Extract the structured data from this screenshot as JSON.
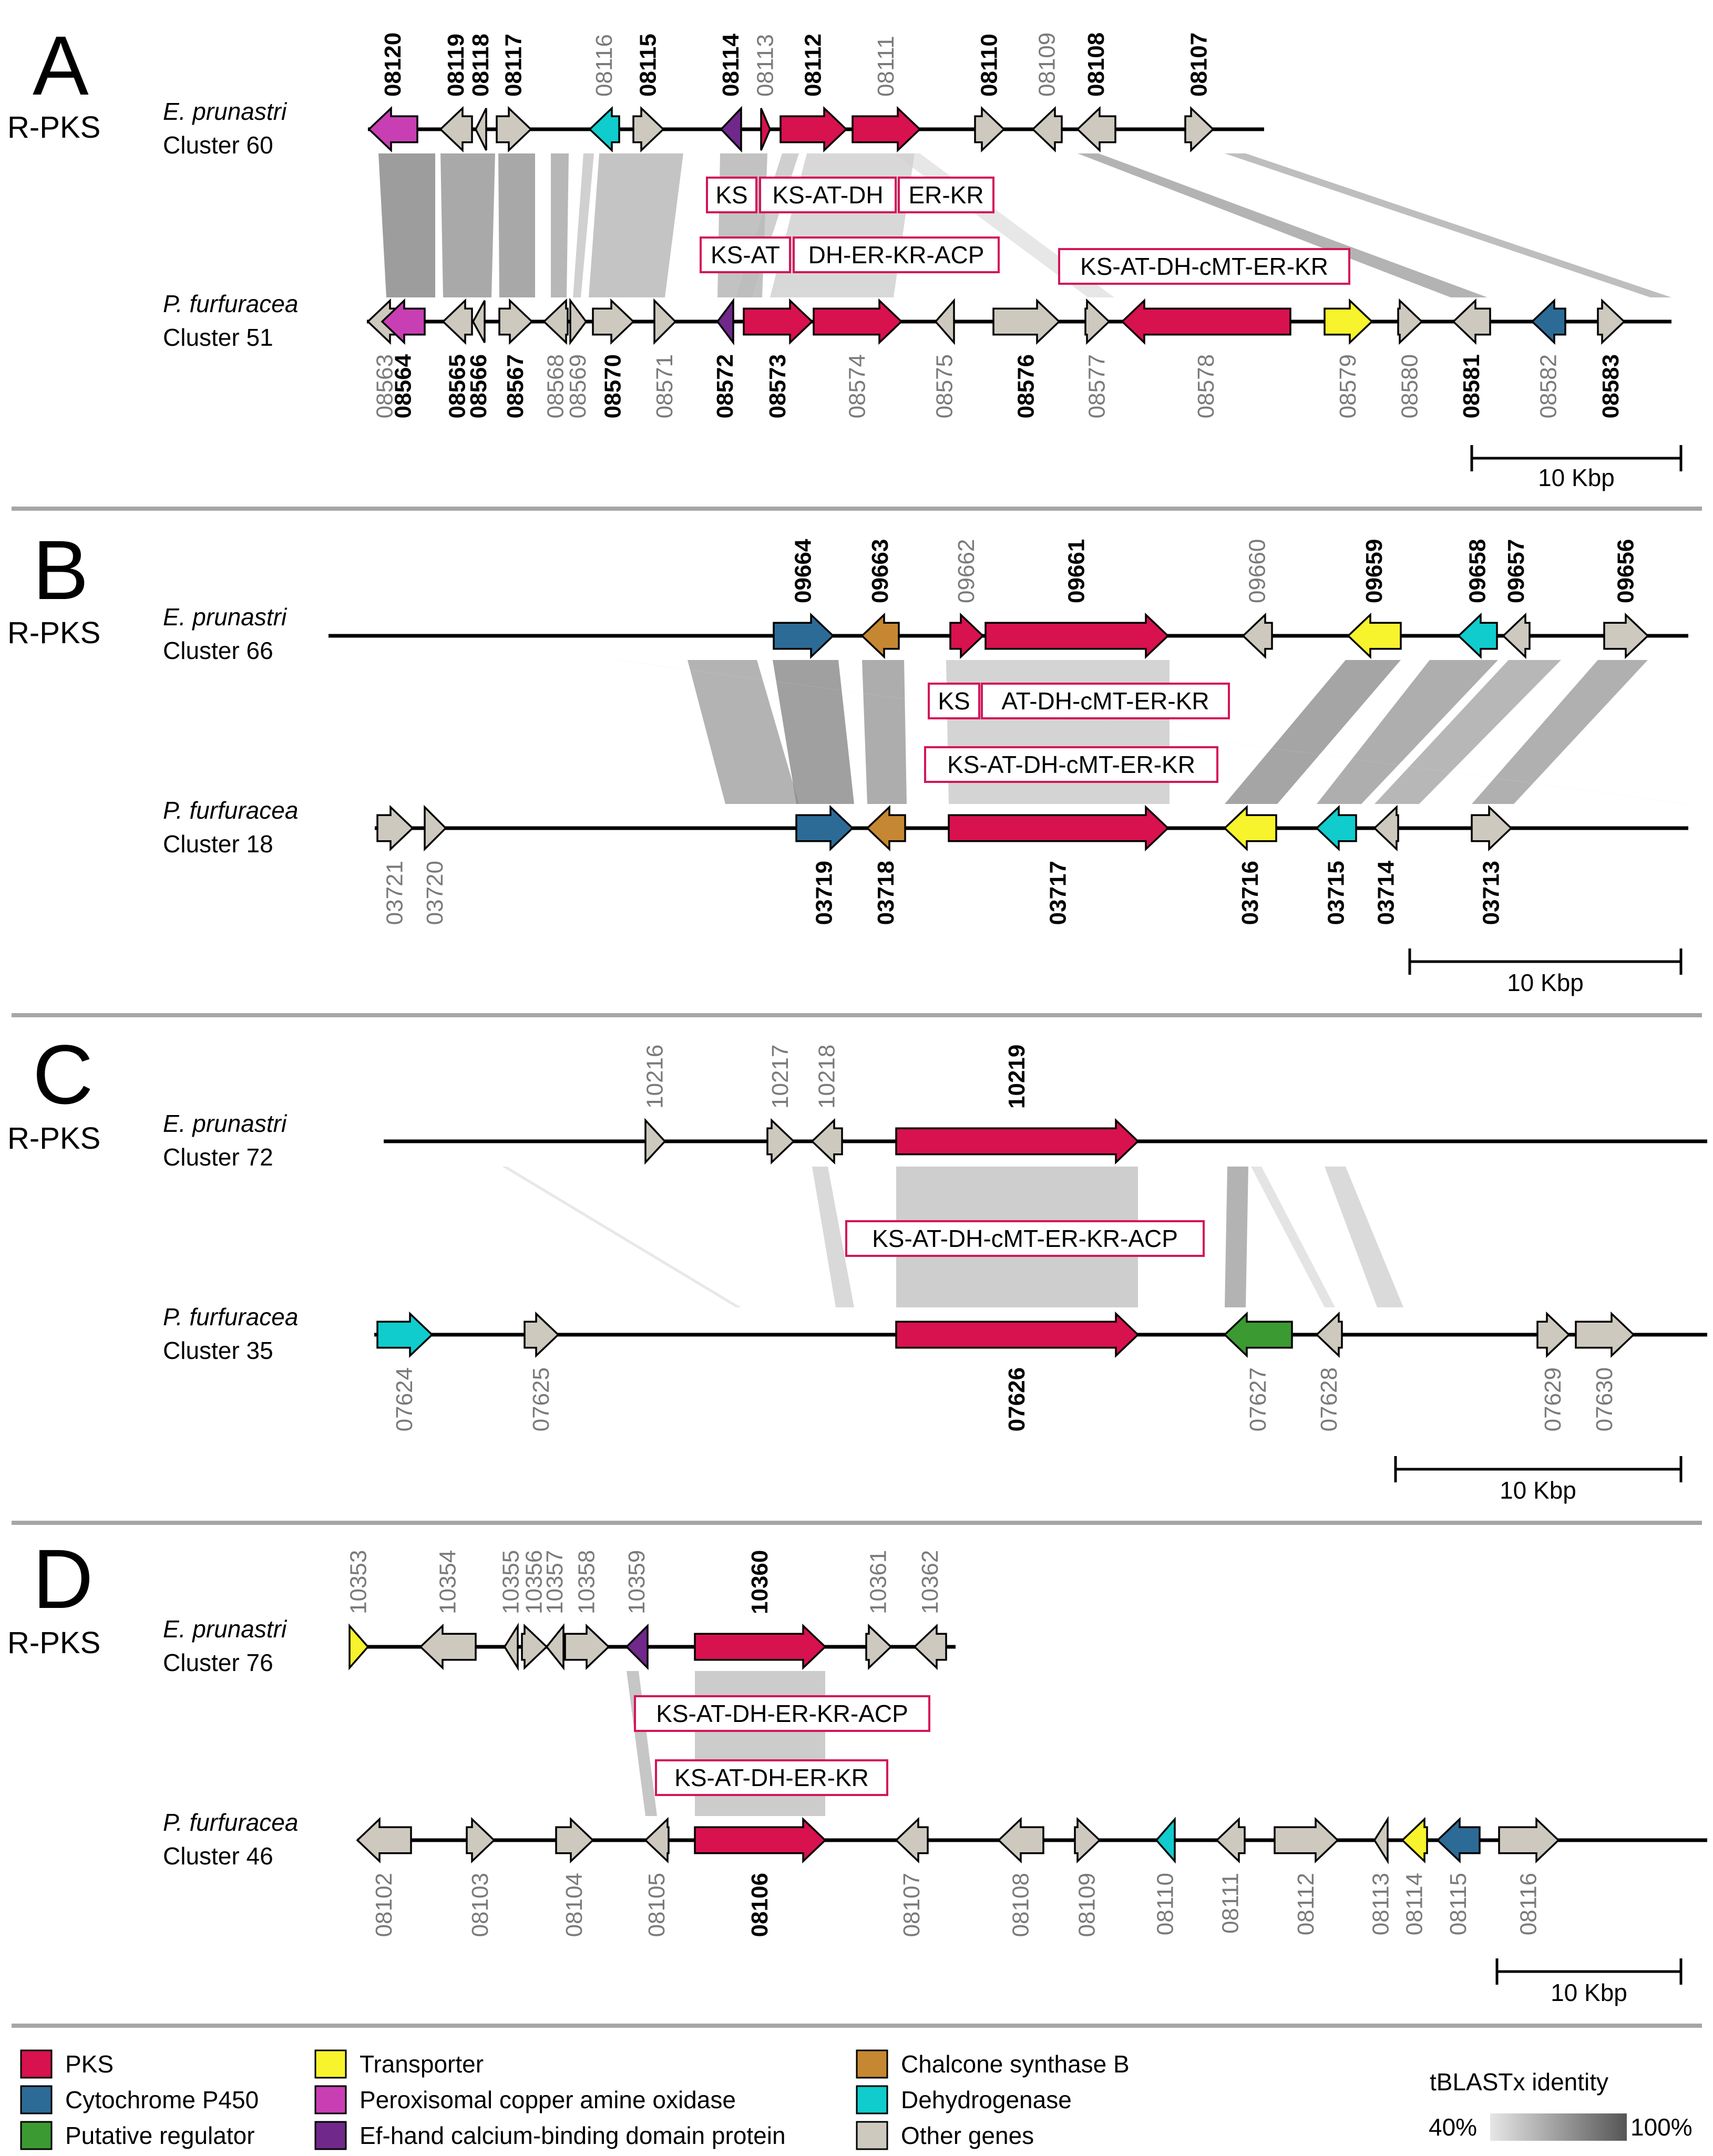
{
  "colors": {
    "pks": "#d8114f",
    "cyp450": "#2d6b97",
    "regulator": "#3c9a32",
    "transporter": "#f7f32c",
    "peroxisomal": "#c83fb4",
    "efhand": "#70288a",
    "chalcone": "#c68732",
    "dehydrogenase": "#10cccc",
    "other": "#cdc9be"
  },
  "panels": [
    {
      "letter": "A",
      "type": "R-PKS",
      "top": {
        "species": "E. prunastri",
        "cluster": "Cluster 60",
        "genes": [
          {
            "label": "08120",
            "bold": true,
            "start": 702,
            "end": 794,
            "strand": -1,
            "cat": "peroxisomal"
          },
          {
            "label": "08119",
            "bold": true,
            "start": 838,
            "end": 898,
            "strand": -1,
            "cat": "other"
          },
          {
            "label": "08118",
            "bold": true,
            "start": 905,
            "end": 925,
            "strand": -1,
            "cat": "other"
          },
          {
            "label": "08117",
            "bold": true,
            "start": 945,
            "end": 1010,
            "strand": 1,
            "cat": "other"
          },
          {
            "label": "08116",
            "bold": false,
            "start": 1122,
            "end": 1178,
            "strand": -1,
            "cat": "dehydrogenase"
          },
          {
            "label": "08115",
            "bold": true,
            "start": 1205,
            "end": 1262,
            "strand": 1,
            "cat": "other"
          },
          {
            "label": "08114",
            "bold": true,
            "start": 1372,
            "end": 1410,
            "strand": -1,
            "cat": "efhand"
          },
          {
            "label": "08113",
            "bold": false,
            "start": 1448,
            "end": 1465,
            "strand": 1,
            "cat": "pks"
          },
          {
            "label": "08112",
            "bold": true,
            "start": 1485,
            "end": 1610,
            "strand": 1,
            "cat": "pks"
          },
          {
            "label": "08111",
            "bold": false,
            "start": 1622,
            "end": 1750,
            "strand": 1,
            "cat": "pks"
          },
          {
            "label": "08110",
            "bold": true,
            "start": 1855,
            "end": 1910,
            "strand": 1,
            "cat": "other"
          },
          {
            "label": "08109",
            "bold": false,
            "start": 1965,
            "end": 2020,
            "strand": -1,
            "cat": "other"
          },
          {
            "label": "08108",
            "bold": true,
            "start": 2050,
            "end": 2122,
            "strand": -1,
            "cat": "other"
          },
          {
            "label": "08107",
            "bold": true,
            "start": 2255,
            "end": 2308,
            "strand": 1,
            "cat": "other"
          }
        ]
      },
      "bottom": {
        "species": "P. furfuracea",
        "cluster": "Cluster 51",
        "genes": [
          {
            "label": "08563",
            "bold": false,
            "start": 700,
            "end": 765,
            "strand": -1,
            "cat": "other"
          },
          {
            "label": "08564",
            "bold": true,
            "start": 727,
            "end": 808,
            "strand": -1,
            "cat": "peroxisomal"
          },
          {
            "label": "08565",
            "bold": true,
            "start": 843,
            "end": 898,
            "strand": -1,
            "cat": "other"
          },
          {
            "label": "08566",
            "bold": true,
            "start": 900,
            "end": 922,
            "strand": -1,
            "cat": "other"
          },
          {
            "label": "08567",
            "bold": true,
            "start": 950,
            "end": 1012,
            "strand": 1,
            "cat": "other"
          },
          {
            "label": "08568",
            "bold": false,
            "start": 1035,
            "end": 1080,
            "strand": -1,
            "cat": "other"
          },
          {
            "label": "08569",
            "bold": false,
            "start": 1085,
            "end": 1115,
            "strand": 1,
            "cat": "other"
          },
          {
            "label": "08570",
            "bold": true,
            "start": 1128,
            "end": 1205,
            "strand": 1,
            "cat": "other"
          },
          {
            "label": "08571",
            "bold": false,
            "start": 1245,
            "end": 1285,
            "strand": 1,
            "cat": "other"
          },
          {
            "label": "08572",
            "bold": true,
            "start": 1365,
            "end": 1395,
            "strand": -1,
            "cat": "efhand"
          },
          {
            "label": "08573",
            "bold": true,
            "start": 1415,
            "end": 1545,
            "strand": 1,
            "cat": "pks"
          },
          {
            "label": "08574",
            "bold": false,
            "start": 1548,
            "end": 1715,
            "strand": 1,
            "cat": "pks"
          },
          {
            "label": "08575",
            "bold": false,
            "start": 1780,
            "end": 1815,
            "strand": -1,
            "cat": "other"
          },
          {
            "label": "08576",
            "bold": true,
            "start": 1890,
            "end": 2015,
            "strand": 1,
            "cat": "other"
          },
          {
            "label": "08577",
            "bold": false,
            "start": 2065,
            "end": 2110,
            "strand": 1,
            "cat": "other"
          },
          {
            "label": "08578",
            "bold": false,
            "start": 2135,
            "end": 2455,
            "strand": -1,
            "cat": "pks"
          },
          {
            "label": "08579",
            "bold": false,
            "start": 2520,
            "end": 2610,
            "strand": 1,
            "cat": "transporter"
          },
          {
            "label": "08580",
            "bold": false,
            "start": 2660,
            "end": 2705,
            "strand": 1,
            "cat": "other"
          },
          {
            "label": "08581",
            "bold": true,
            "start": 2765,
            "end": 2835,
            "strand": -1,
            "cat": "other"
          },
          {
            "label": "08582",
            "bold": false,
            "start": 2915,
            "end": 2978,
            "strand": -1,
            "cat": "cyp450"
          },
          {
            "label": "08583",
            "bold": true,
            "start": 3040,
            "end": 3090,
            "strand": 1,
            "cat": "other"
          }
        ]
      },
      "domains": [
        {
          "text": "KS"
        },
        {
          "text": "KS-AT-DH"
        },
        {
          "text": "ER-KR"
        },
        {
          "text": "KS-AT"
        },
        {
          "text": "DH-ER-KR-ACP"
        },
        {
          "text": "KS-AT-DH-cMT-ER-KR"
        }
      ],
      "scale": "10 Kbp"
    },
    {
      "letter": "B",
      "type": "R-PKS",
      "top": {
        "species": "E. prunastri",
        "cluster": "Cluster 66",
        "genes": [
          {
            "label": "09664",
            "bold": true,
            "start": 1472,
            "end": 1585,
            "strand": 1,
            "cat": "cyp450"
          },
          {
            "label": "09663",
            "bold": true,
            "start": 1640,
            "end": 1710,
            "strand": -1,
            "cat": "chalcone"
          },
          {
            "label": "09662",
            "bold": false,
            "start": 1808,
            "end": 1870,
            "strand": 1,
            "cat": "pks"
          },
          {
            "label": "09661",
            "bold": true,
            "start": 1875,
            "end": 2222,
            "strand": 1,
            "cat": "pks"
          },
          {
            "label": "09660",
            "bold": false,
            "start": 2365,
            "end": 2420,
            "strand": -1,
            "cat": "other"
          },
          {
            "label": "09659",
            "bold": true,
            "start": 2565,
            "end": 2665,
            "strand": -1,
            "cat": "transporter"
          },
          {
            "label": "09658",
            "bold": true,
            "start": 2775,
            "end": 2848,
            "strand": -1,
            "cat": "dehydrogenase"
          },
          {
            "label": "09657",
            "bold": true,
            "start": 2860,
            "end": 2910,
            "strand": -1,
            "cat": "other"
          },
          {
            "label": "09656",
            "bold": true,
            "start": 3052,
            "end": 3135,
            "strand": 1,
            "cat": "other"
          }
        ]
      },
      "bottom": {
        "species": "P. furfuracea",
        "cluster": "Cluster 18",
        "genes": [
          {
            "label": "03721",
            "bold": false,
            "start": 718,
            "end": 785,
            "strand": 1,
            "cat": "other"
          },
          {
            "label": "03720",
            "bold": false,
            "start": 808,
            "end": 848,
            "strand": 1,
            "cat": "other"
          },
          {
            "label": "03719",
            "bold": true,
            "start": 1515,
            "end": 1622,
            "strand": 1,
            "cat": "cyp450"
          },
          {
            "label": "03718",
            "bold": true,
            "start": 1650,
            "end": 1722,
            "strand": -1,
            "cat": "chalcone"
          },
          {
            "label": "03717",
            "bold": true,
            "start": 1805,
            "end": 2222,
            "strand": 1,
            "cat": "pks"
          },
          {
            "label": "03716",
            "bold": true,
            "start": 2330,
            "end": 2428,
            "strand": -1,
            "cat": "transporter"
          },
          {
            "label": "03715",
            "bold": true,
            "start": 2505,
            "end": 2580,
            "strand": -1,
            "cat": "dehydrogenase"
          },
          {
            "label": "03714",
            "bold": true,
            "start": 2615,
            "end": 2660,
            "strand": -1,
            "cat": "other"
          },
          {
            "label": "03713",
            "bold": true,
            "start": 2800,
            "end": 2875,
            "strand": 1,
            "cat": "other"
          }
        ]
      },
      "domains": [
        {
          "text": "KS"
        },
        {
          "text": "AT-DH-cMT-ER-KR"
        },
        {
          "text": "KS-AT-DH-cMT-ER-KR"
        }
      ],
      "scale": "10 Kbp"
    },
    {
      "letter": "C",
      "type": "R-PKS",
      "top": {
        "species": "E. prunastri",
        "cluster": "Cluster 72",
        "genes": [
          {
            "label": "10216",
            "bold": false,
            "start": 1228,
            "end": 1265,
            "strand": 1,
            "cat": "other"
          },
          {
            "label": "10217",
            "bold": false,
            "start": 1460,
            "end": 1510,
            "strand": 1,
            "cat": "other"
          },
          {
            "label": "10218",
            "bold": false,
            "start": 1545,
            "end": 1602,
            "strand": -1,
            "cat": "other"
          },
          {
            "label": "10219",
            "bold": true,
            "start": 1705,
            "end": 2165,
            "strand": 1,
            "cat": "pks"
          }
        ]
      },
      "bottom": {
        "species": "P. furfuracea",
        "cluster": "Cluster 35",
        "genes": [
          {
            "label": "07624",
            "bold": false,
            "start": 718,
            "end": 822,
            "strand": 1,
            "cat": "dehydrogenase"
          },
          {
            "label": "07625",
            "bold": false,
            "start": 998,
            "end": 1062,
            "strand": 1,
            "cat": "other"
          },
          {
            "label": "07626",
            "bold": true,
            "start": 1705,
            "end": 2165,
            "strand": 1,
            "cat": "pks"
          },
          {
            "label": "07627",
            "bold": false,
            "start": 2330,
            "end": 2458,
            "strand": -1,
            "cat": "regulator"
          },
          {
            "label": "07628",
            "bold": false,
            "start": 2505,
            "end": 2553,
            "strand": -1,
            "cat": "other"
          },
          {
            "label": "07629",
            "bold": false,
            "start": 2925,
            "end": 2985,
            "strand": 1,
            "cat": "other"
          },
          {
            "label": "07630",
            "bold": false,
            "start": 2998,
            "end": 3108,
            "strand": 1,
            "cat": "other"
          }
        ]
      },
      "domains": [
        {
          "text": "KS-AT-DH-cMT-ER-KR-ACP"
        }
      ],
      "scale": "10 Kbp"
    },
    {
      "letter": "D",
      "type": "R-PKS",
      "top": {
        "species": "E. prunastri",
        "cluster": "Cluster 76",
        "genes": [
          {
            "label": "10353",
            "bold": false,
            "start": 665,
            "end": 700,
            "strand": 1,
            "cat": "transporter"
          },
          {
            "label": "10354",
            "bold": false,
            "start": 800,
            "end": 905,
            "strand": -1,
            "cat": "other"
          },
          {
            "label": "10355",
            "bold": false,
            "start": 960,
            "end": 985,
            "strand": -1,
            "cat": "other"
          },
          {
            "label": "10356",
            "bold": false,
            "start": 993,
            "end": 1040,
            "strand": 1,
            "cat": "other"
          },
          {
            "label": "10357",
            "bold": false,
            "start": 1040,
            "end": 1072,
            "strand": -1,
            "cat": "other"
          },
          {
            "label": "10358",
            "bold": false,
            "start": 1075,
            "end": 1158,
            "strand": 1,
            "cat": "other"
          },
          {
            "label": "10359",
            "bold": false,
            "start": 1192,
            "end": 1232,
            "strand": -1,
            "cat": "efhand"
          },
          {
            "label": "10360",
            "bold": true,
            "start": 1322,
            "end": 1570,
            "strand": 1,
            "cat": "pks"
          },
          {
            "label": "10361",
            "bold": false,
            "start": 1648,
            "end": 1695,
            "strand": 1,
            "cat": "other"
          },
          {
            "label": "10362",
            "bold": false,
            "start": 1740,
            "end": 1800,
            "strand": -1,
            "cat": "other"
          }
        ]
      },
      "bottom": {
        "species": "P. furfuracea",
        "cluster": "Cluster 46",
        "genes": [
          {
            "label": "08102",
            "bold": false,
            "start": 680,
            "end": 782,
            "strand": -1,
            "cat": "other"
          },
          {
            "label": "08103",
            "bold": false,
            "start": 888,
            "end": 940,
            "strand": 1,
            "cat": "other"
          },
          {
            "label": "08104",
            "bold": false,
            "start": 1058,
            "end": 1128,
            "strand": 1,
            "cat": "other"
          },
          {
            "label": "08105",
            "bold": false,
            "start": 1228,
            "end": 1272,
            "strand": -1,
            "cat": "other"
          },
          {
            "label": "08106",
            "bold": true,
            "start": 1322,
            "end": 1570,
            "strand": 1,
            "cat": "pks"
          },
          {
            "label": "08107",
            "bold": false,
            "start": 1705,
            "end": 1765,
            "strand": -1,
            "cat": "other"
          },
          {
            "label": "08108",
            "bold": false,
            "start": 1900,
            "end": 1985,
            "strand": -1,
            "cat": "other"
          },
          {
            "label": "08109",
            "bold": false,
            "start": 2045,
            "end": 2092,
            "strand": 1,
            "cat": "other"
          },
          {
            "label": "08110",
            "bold": false,
            "start": 2200,
            "end": 2235,
            "strand": -1,
            "cat": "dehydrogenase"
          },
          {
            "label": "08111",
            "bold": false,
            "start": 2315,
            "end": 2368,
            "strand": -1,
            "cat": "other"
          },
          {
            "label": "08112",
            "bold": false,
            "start": 2425,
            "end": 2545,
            "strand": 1,
            "cat": "other"
          },
          {
            "label": "08113",
            "bold": false,
            "start": 2615,
            "end": 2640,
            "strand": -1,
            "cat": "other"
          },
          {
            "label": "08114",
            "bold": false,
            "start": 2668,
            "end": 2715,
            "strand": -1,
            "cat": "transporter"
          },
          {
            "label": "08115",
            "bold": false,
            "start": 2735,
            "end": 2815,
            "strand": -1,
            "cat": "cyp450"
          },
          {
            "label": "08116",
            "bold": false,
            "start": 2852,
            "end": 2965,
            "strand": 1,
            "cat": "other"
          }
        ]
      },
      "domains": [
        {
          "text": "KS-AT-DH-ER-KR-ACP"
        },
        {
          "text": "KS-AT-DH-ER-KR"
        }
      ],
      "scale": "10 Kbp"
    }
  ],
  "legend": {
    "items": [
      {
        "label": "PKS",
        "cat": "pks"
      },
      {
        "label": "Cytochrome P450",
        "cat": "cyp450"
      },
      {
        "label": "Putative regulator",
        "cat": "regulator"
      },
      {
        "label": "Transporter",
        "cat": "transporter"
      },
      {
        "label": "Peroxisomal copper amine oxidase",
        "cat": "peroxisomal"
      },
      {
        "label": "Ef-hand calcium-binding domain protein",
        "cat": "efhand"
      },
      {
        "label": "Chalcone synthase B",
        "cat": "chalcone"
      },
      {
        "label": "Dehydrogenase",
        "cat": "dehydrogenase"
      },
      {
        "label": "Other genes",
        "cat": "other"
      }
    ],
    "identity_title": "tBLASTx identity",
    "identity_min": "40%",
    "identity_max": "100%"
  }
}
